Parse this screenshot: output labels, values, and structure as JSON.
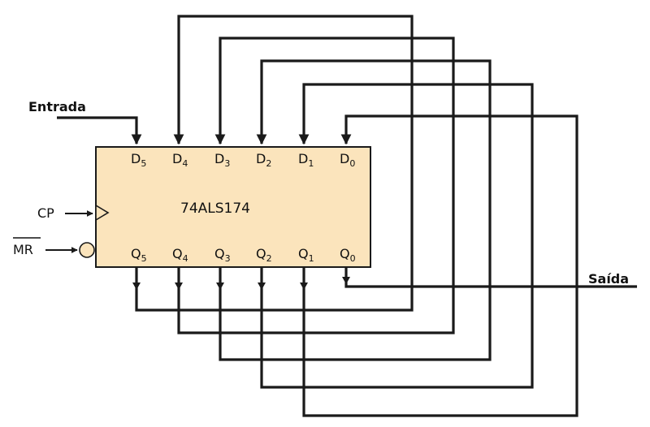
{
  "chip": {
    "name": "74ALS174",
    "fill": "#fbe4bc",
    "d_pins": [
      {
        "letter": "D",
        "sub": "5"
      },
      {
        "letter": "D",
        "sub": "4"
      },
      {
        "letter": "D",
        "sub": "3"
      },
      {
        "letter": "D",
        "sub": "2"
      },
      {
        "letter": "D",
        "sub": "1"
      },
      {
        "letter": "D",
        "sub": "0"
      }
    ],
    "q_pins": [
      {
        "letter": "Q",
        "sub": "5"
      },
      {
        "letter": "Q",
        "sub": "4"
      },
      {
        "letter": "Q",
        "sub": "3"
      },
      {
        "letter": "Q",
        "sub": "2"
      },
      {
        "letter": "Q",
        "sub": "1"
      },
      {
        "letter": "Q",
        "sub": "0"
      }
    ]
  },
  "labels": {
    "input": "Entrada",
    "output": "Saída",
    "clock": "CP",
    "reset": "MR"
  },
  "connections": [
    {
      "from": "Q5",
      "to": "D4"
    },
    {
      "from": "Q4",
      "to": "D3"
    },
    {
      "from": "Q3",
      "to": "D2"
    },
    {
      "from": "Q2",
      "to": "D1"
    },
    {
      "from": "Q1",
      "to": "D0"
    },
    {
      "from": "Q0",
      "to": "Saída"
    },
    {
      "from": "Entrada",
      "to": "D5"
    }
  ],
  "colors": {
    "wire": "#1a1a1a",
    "background": "#ffffff"
  }
}
